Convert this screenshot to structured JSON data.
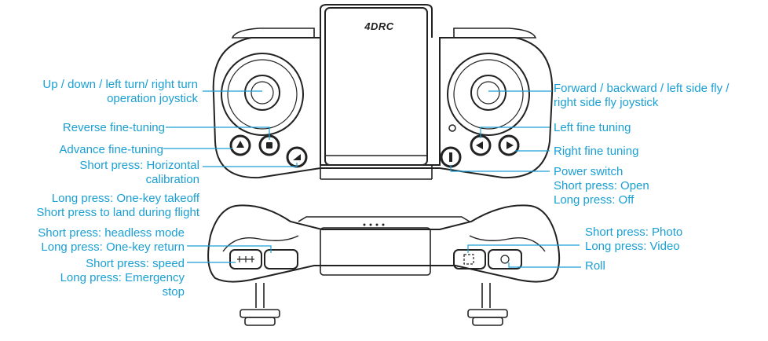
{
  "brand": "4DRC",
  "labels": {
    "left_joystick": [
      "Up / down / left turn/ right turn",
      "operation joystick"
    ],
    "reverse_fine": "Reverse fine-tuning",
    "advance_fine": "Advance fine-tuning",
    "horizontal_calibration": [
      "Short press: Horizontal",
      "calibration"
    ],
    "takeoff_land": [
      "Long press: One-key takeoff",
      "Short press to land during flight"
    ],
    "right_joystick": [
      "Forward / backward / left side fly /",
      "right side fly joystick"
    ],
    "left_fine": "Left fine tuning",
    "right_fine": "Right fine tuning",
    "power_switch": [
      "Power switch",
      "Short press: Open",
      "Long press: Off"
    ],
    "headless_return": [
      "Short press: headless mode",
      "Long press: One-key return"
    ],
    "speed_emergency": [
      "Short press: speed",
      "Long press: Emergency",
      "stop"
    ],
    "photo_video": [
      "Short press: Photo",
      "Long press: Video"
    ],
    "roll": "Roll"
  },
  "colors": {
    "label": "#1a9fd4",
    "outline": "#222222",
    "leader": "#1a9fd4"
  }
}
